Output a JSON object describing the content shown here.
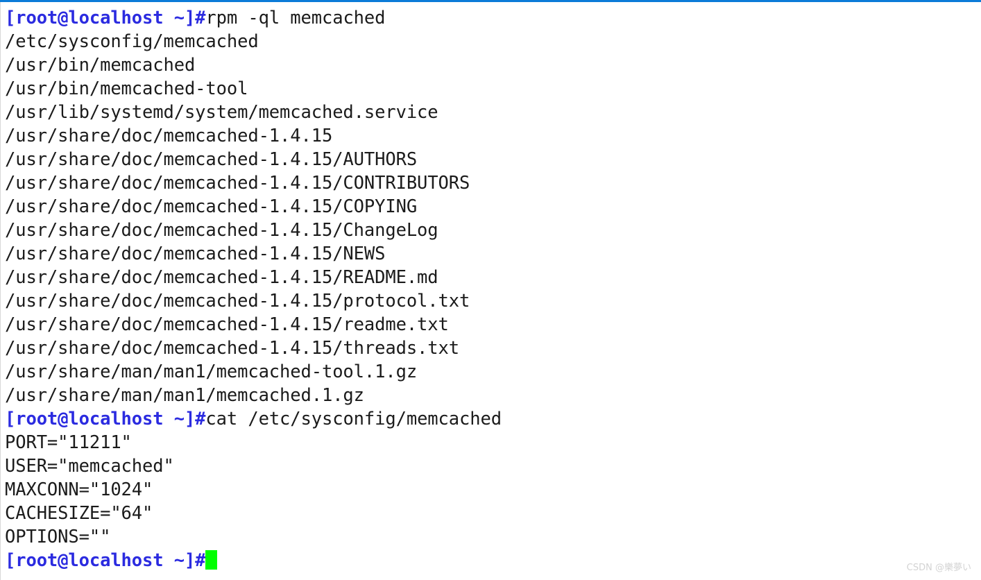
{
  "terminal": {
    "colors": {
      "background": "#ffffff",
      "foreground": "#1b1b1b",
      "prompt": "#2b2be0",
      "cursor": "#00ff00",
      "top_rule": "#0b7bd8",
      "left_rule": "#d8d8d8",
      "watermark": "#d3d3d3"
    },
    "prompt_text": "[root@localhost ~]#",
    "lines": [
      {
        "type": "command",
        "prompt": "[root@localhost ~]#",
        "command": "rpm -ql memcached"
      },
      {
        "type": "output",
        "text": "/etc/sysconfig/memcached"
      },
      {
        "type": "output",
        "text": "/usr/bin/memcached"
      },
      {
        "type": "output",
        "text": "/usr/bin/memcached-tool"
      },
      {
        "type": "output",
        "text": "/usr/lib/systemd/system/memcached.service"
      },
      {
        "type": "output",
        "text": "/usr/share/doc/memcached-1.4.15"
      },
      {
        "type": "output",
        "text": "/usr/share/doc/memcached-1.4.15/AUTHORS"
      },
      {
        "type": "output",
        "text": "/usr/share/doc/memcached-1.4.15/CONTRIBUTORS"
      },
      {
        "type": "output",
        "text": "/usr/share/doc/memcached-1.4.15/COPYING"
      },
      {
        "type": "output",
        "text": "/usr/share/doc/memcached-1.4.15/ChangeLog"
      },
      {
        "type": "output",
        "text": "/usr/share/doc/memcached-1.4.15/NEWS"
      },
      {
        "type": "output",
        "text": "/usr/share/doc/memcached-1.4.15/README.md"
      },
      {
        "type": "output",
        "text": "/usr/share/doc/memcached-1.4.15/protocol.txt"
      },
      {
        "type": "output",
        "text": "/usr/share/doc/memcached-1.4.15/readme.txt"
      },
      {
        "type": "output",
        "text": "/usr/share/doc/memcached-1.4.15/threads.txt"
      },
      {
        "type": "output",
        "text": "/usr/share/man/man1/memcached-tool.1.gz"
      },
      {
        "type": "output",
        "text": "/usr/share/man/man1/memcached.1.gz"
      },
      {
        "type": "command",
        "prompt": "[root@localhost ~]#",
        "command": "cat /etc/sysconfig/memcached"
      },
      {
        "type": "output",
        "text": "PORT=\"11211\""
      },
      {
        "type": "output",
        "text": "USER=\"memcached\""
      },
      {
        "type": "output",
        "text": "MAXCONN=\"1024\""
      },
      {
        "type": "output",
        "text": "CACHESIZE=\"64\""
      },
      {
        "type": "output",
        "text": "OPTIONS=\"\""
      },
      {
        "type": "cursor-line",
        "prompt": "[root@localhost ~]#",
        "command": ""
      }
    ]
  },
  "watermark": {
    "text": "CSDN @樂夢い"
  }
}
